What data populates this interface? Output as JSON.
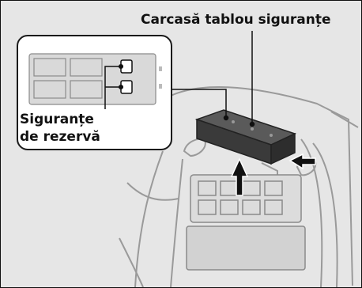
{
  "labels": {
    "fuse_box_housing": "Carcasă tablou siguranțe",
    "spare_fuses_line1": "Siguranțe",
    "spare_fuses_line2": "de rezervă"
  },
  "colors": {
    "background": "#e6e6e6",
    "line_art": "#9a9a9a",
    "callout": "#111111",
    "inset_background": "#ffffff"
  },
  "icons": [
    "arrow-up-icon",
    "arrow-left-icon"
  ]
}
